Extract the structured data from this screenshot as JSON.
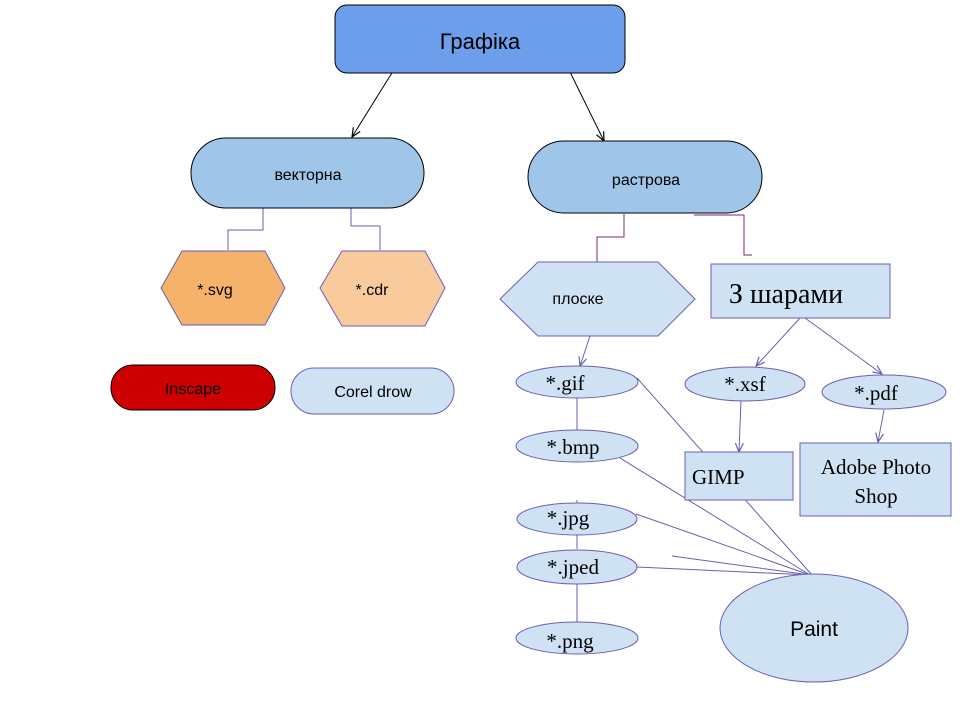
{
  "colors": {
    "root_fill": "#6d9eeb",
    "category_fill": "#9fc5e8",
    "light_fill": "#cfe2f3",
    "svg_fill": "#f6b26b",
    "cdr_fill": "#f9cb9c",
    "inscape_fill": "#cc0000",
    "dark_stroke": "#000000",
    "node_stroke": "#6b5fb5",
    "connector_stroke": "#7b2a6a"
  },
  "nodes": {
    "root": "Графіка",
    "vector": "векторна",
    "raster": "растрова",
    "svg": "*.svg",
    "cdr": "*.cdr",
    "inscape": "Inscape",
    "corel": "Corel drow",
    "flat": "плоске",
    "layers": "З шарами",
    "gif": "*.gif",
    "bmp": "*.bmp",
    "jpg": "*.jpg",
    "jped": "*.jped",
    "png": "*.png",
    "xsf": "*.xsf",
    "pdf": "*.pdf",
    "gimp": "GIMP",
    "adobe_line1": "Adobe Photo",
    "adobe_line2": "Shop",
    "paint": "Paint"
  }
}
